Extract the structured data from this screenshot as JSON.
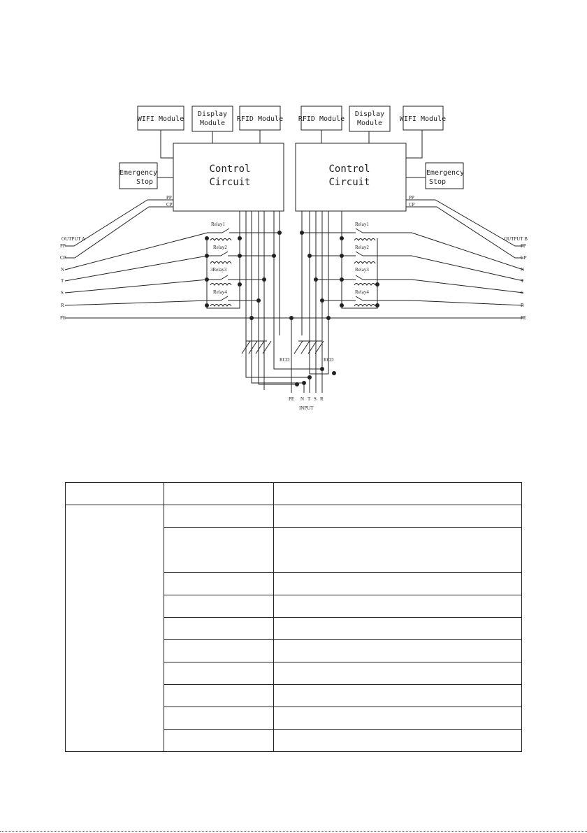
{
  "modules_left": {
    "wifi": "WIFI Module",
    "display_line1": "Display",
    "display_line2": "Module",
    "rfid": "RFID Module",
    "control_line1": "Control",
    "control_line2": "Circuit",
    "estop_line1": "Emergency",
    "estop_line2": "Stop"
  },
  "modules_right": {
    "wifi": "WIFI Module",
    "display_line1": "Display",
    "display_line2": "Module",
    "rfid": "RFID Module",
    "control_line1": "Control",
    "control_line2": "Circuit",
    "estop_line1": "Emergency",
    "estop_line2": "Stop"
  },
  "signals": {
    "pp": "PP",
    "cp": "CP",
    "n": "N",
    "t": "T",
    "s": "S",
    "r": "R",
    "pe": "PE"
  },
  "relays_left": [
    "Relay1",
    "Relay2",
    "3Relay3",
    "Relay4"
  ],
  "relays_right": [
    "Relay1",
    "Relay2",
    "Relay3",
    "Relay4"
  ],
  "output_a": "OUTPUT A",
  "output_b": "OUTPUT B",
  "rcd": "RCD",
  "input": {
    "label": "INPUT",
    "pe": "PE",
    "n": "N",
    "t": "T",
    "s": "S",
    "r": "R"
  },
  "table": {
    "header": [
      "",
      "",
      ""
    ],
    "rows": [
      [
        "",
        "",
        ""
      ],
      [
        "",
        "",
        ""
      ],
      [
        "",
        "",
        ""
      ],
      [
        "",
        "",
        ""
      ],
      [
        "",
        "",
        ""
      ],
      [
        "",
        "",
        ""
      ],
      [
        "",
        "",
        ""
      ],
      [
        "",
        "",
        ""
      ],
      [
        "",
        "",
        ""
      ],
      [
        "",
        "",
        ""
      ]
    ]
  }
}
